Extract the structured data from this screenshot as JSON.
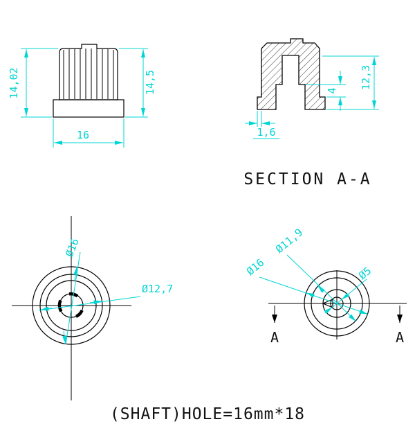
{
  "colors": {
    "dimension": "#00d4d4",
    "line": "#000000",
    "background": "#ffffff"
  },
  "front_view": {
    "dim_height_left": "14,02",
    "dim_height_right": "14,5",
    "dim_width": "16"
  },
  "section_view": {
    "dim_wall": "1,6",
    "dim_step": "4",
    "dim_depth": "12,3",
    "title": "SECTION A-A"
  },
  "bottom_left_view": {
    "dia_1": "Ø16",
    "dia_2": "Ø12,7"
  },
  "bottom_right_view": {
    "dia_1": "Ø11,9",
    "dia_2": "Ø16",
    "dia_3": "Ø5",
    "cut_label_left": "A",
    "cut_label_right": "A"
  },
  "note": "(SHAFT)HOLE=16mm*18"
}
